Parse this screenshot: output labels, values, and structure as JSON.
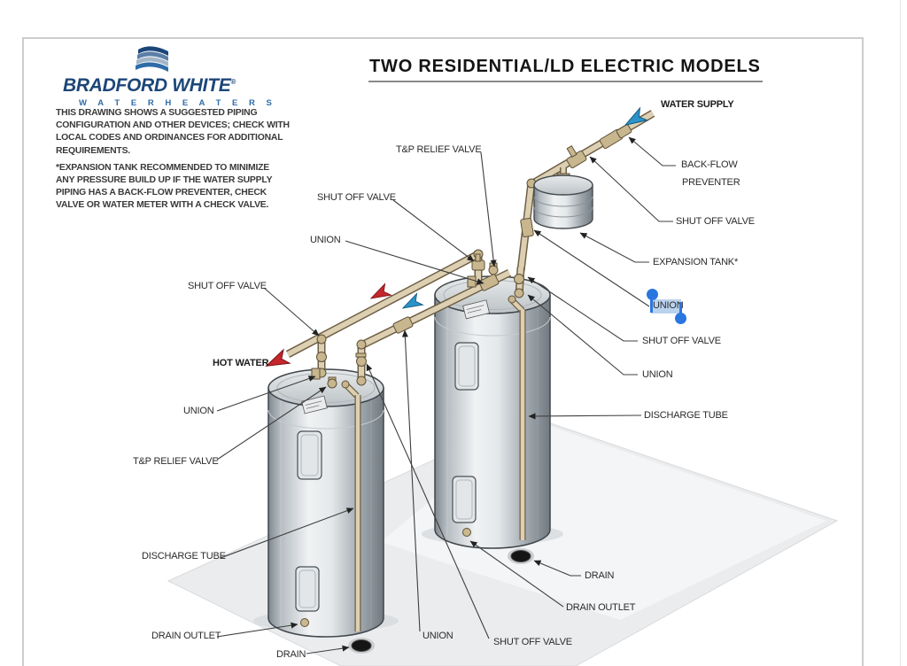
{
  "page": {
    "title": "TWO RESIDENTIAL/LD ELECTRIC MODELS"
  },
  "logo": {
    "brand": "BRADFORD WHITE",
    "registered": "®",
    "tagline": "W A T E R   H E A T E R S"
  },
  "notes": {
    "para1_lines": [
      "THIS DRAWING SHOWS A SUGGESTED PIPING",
      "CONFIGURATION AND OTHER DEVICES; CHECK WITH",
      "LOCAL CODES AND ORDINANCES FOR ADDITIONAL",
      "REQUIREMENTS."
    ],
    "para2_lines": [
      "*EXPANSION TANK RECOMMENDED TO MINIMIZE",
      "ANY PRESSURE BUILD UP IF THE WATER SUPPLY",
      "PIPING HAS A BACK-FLOW PREVENTER, CHECK",
      "VALVE OR WATER METER WITH A CHECK VALVE."
    ]
  },
  "labels": {
    "water_supply": "WATER SUPPLY",
    "back_flow_line1": "BACK-FLOW",
    "back_flow_line2": "PREVENTER",
    "shut_off_valve_supply": "SHUT OFF VALVE",
    "expansion_tank": "EXPANSION TANK*",
    "union_selected": "UNION",
    "shut_off_valve_right": "SHUT OFF VALVE",
    "union_right": "UNION",
    "discharge_tube_right": "DISCHARGE TUBE",
    "drain_right": "DRAIN",
    "drain_outlet_right": "DRAIN OUTLET",
    "union_bottom": "UNION",
    "shut_off_valve_bottom": "SHUT OFF VALVE",
    "tp_relief_valve_top": "T&P RELIEF VALVE",
    "shut_off_valve_mid": "SHUT OFF VALVE",
    "union_mid": "UNION",
    "shut_off_valve_left": "SHUT OFF VALVE",
    "hot_water": "HOT WATER",
    "union_left": "UNION",
    "tp_relief_valve_left": "T&P RELIEF VALVE",
    "discharge_tube_left": "DISCHARGE TUBE",
    "drain_outlet_left": "DRAIN OUTLET",
    "drain_left": "DRAIN"
  },
  "selection": {
    "selected_text": "UNION",
    "handle_color": "#2a76e0",
    "highlight_color": "#b9d2ee"
  },
  "colors": {
    "brand_navy": "#1c4679",
    "brand_blue": "#2e6ca8",
    "pipe_beige": "#ddd0b2",
    "arrow_red": "#c5272d",
    "arrow_blue": "#2b93c7"
  }
}
